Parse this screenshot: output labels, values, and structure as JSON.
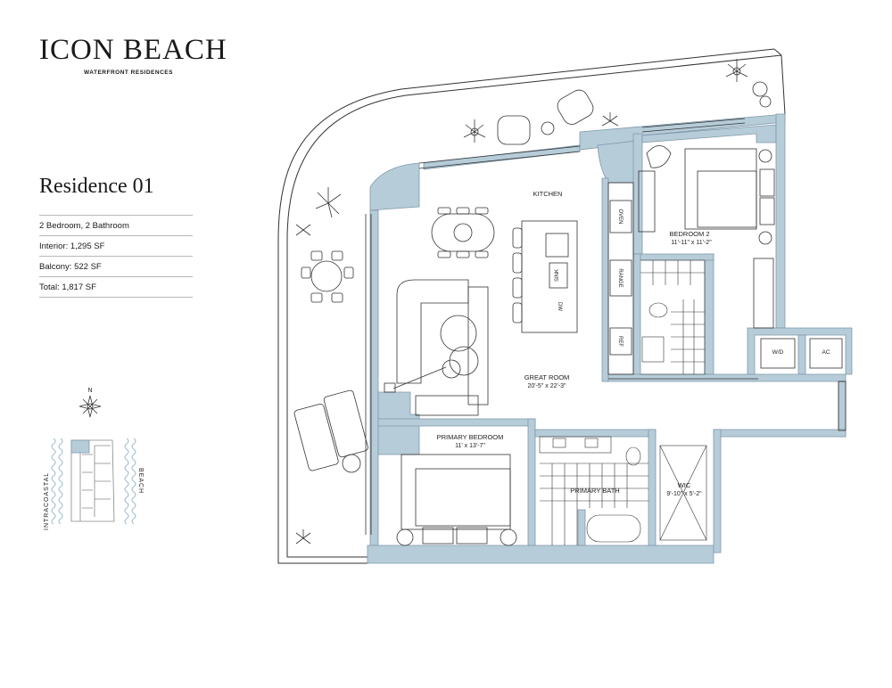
{
  "brand": {
    "name": "ICON BEACH",
    "subtitle": "WATERFRONT RESIDENCES"
  },
  "residence": {
    "title": "Residence 01",
    "specs": [
      "2 Bedroom, 2 Bathroom",
      "Interior: 1,295 SF",
      "Balcony: 522 SF",
      "Total: 1,817 SF"
    ]
  },
  "keyplan": {
    "north": "N",
    "left_label": "INTRACOASTAL",
    "right_label": "BEACH"
  },
  "rooms": {
    "kitchen": "KITCHEN",
    "bedroom2": {
      "name": "BEDROOM 2",
      "dims": "11'-11\" x 11'-2\""
    },
    "great_room": {
      "name": "GREAT ROOM",
      "dims": "20'-5\" x 22'-3\""
    },
    "primary_bedroom": {
      "name": "PRIMARY BEDROOM",
      "dims": "11' x 13'-7\""
    },
    "primary_bath": {
      "name": "PRIMARY BATH"
    },
    "wic": {
      "name": "WIC",
      "dims": "9'-10\" x 5'-2\""
    }
  },
  "appliances": {
    "oven": "OVEN",
    "range": "RANGE",
    "ref": "REF",
    "sink": "SINK",
    "dw": "DW",
    "wd": "W/D",
    "ac": "AC"
  },
  "colors": {
    "wall": "#b6ccd9",
    "wall_stroke": "#7f98a8",
    "ink": "#222222"
  }
}
